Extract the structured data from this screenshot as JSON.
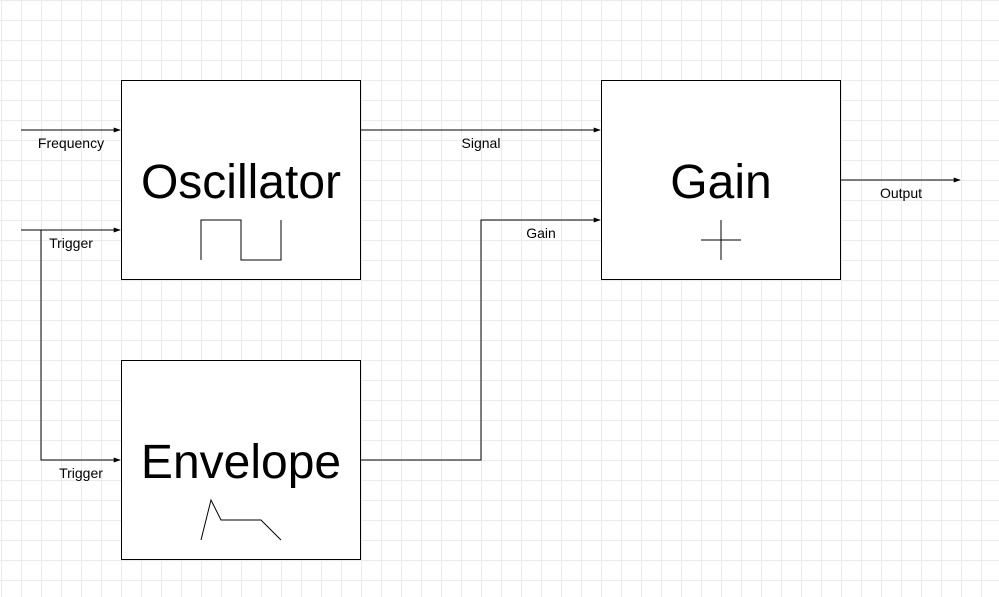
{
  "blocks": {
    "oscillator": {
      "title": "Oscillator",
      "icon": "square-wave-icon"
    },
    "envelope": {
      "title": "Envelope",
      "icon": "adsr-envelope-icon"
    },
    "gain": {
      "title": "Gain",
      "icon": "plus-icon"
    }
  },
  "labels": {
    "frequency": "Frequency",
    "trigger_osc": "Trigger",
    "trigger_env": "Trigger",
    "signal": "Signal",
    "gain": "Gain",
    "output": "Output"
  },
  "colors": {
    "stroke": "#000000",
    "grid": "#ebebeb"
  }
}
